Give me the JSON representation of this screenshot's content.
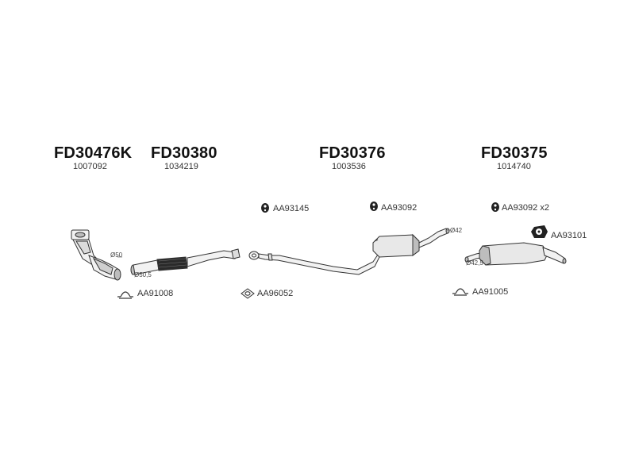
{
  "groups": [
    {
      "code": "FD30476K",
      "ref": "1007092"
    },
    {
      "code": "FD30380",
      "ref": "1034219"
    },
    {
      "code": "FD30376",
      "ref": "1003536"
    },
    {
      "code": "FD30375",
      "ref": "1014740"
    }
  ],
  "accessories": {
    "hanger_a": "AA93145",
    "hanger_b": "AA93092",
    "hanger_c": "AA93092 x2",
    "rubber_mount": "AA93101",
    "clamp_front": "AA91008",
    "gasket": "AA96052",
    "clamp_rear": "AA91005"
  },
  "dimensions": {
    "d1": "Ø50",
    "d2": "Ø50,5",
    "d3": "Ø42",
    "d4": "Ø42,5"
  },
  "colors": {
    "line": "#333333",
    "fill_light": "#f2f2f2",
    "fill_mid": "#bdbdbd",
    "fill_dark": "#222222"
  }
}
